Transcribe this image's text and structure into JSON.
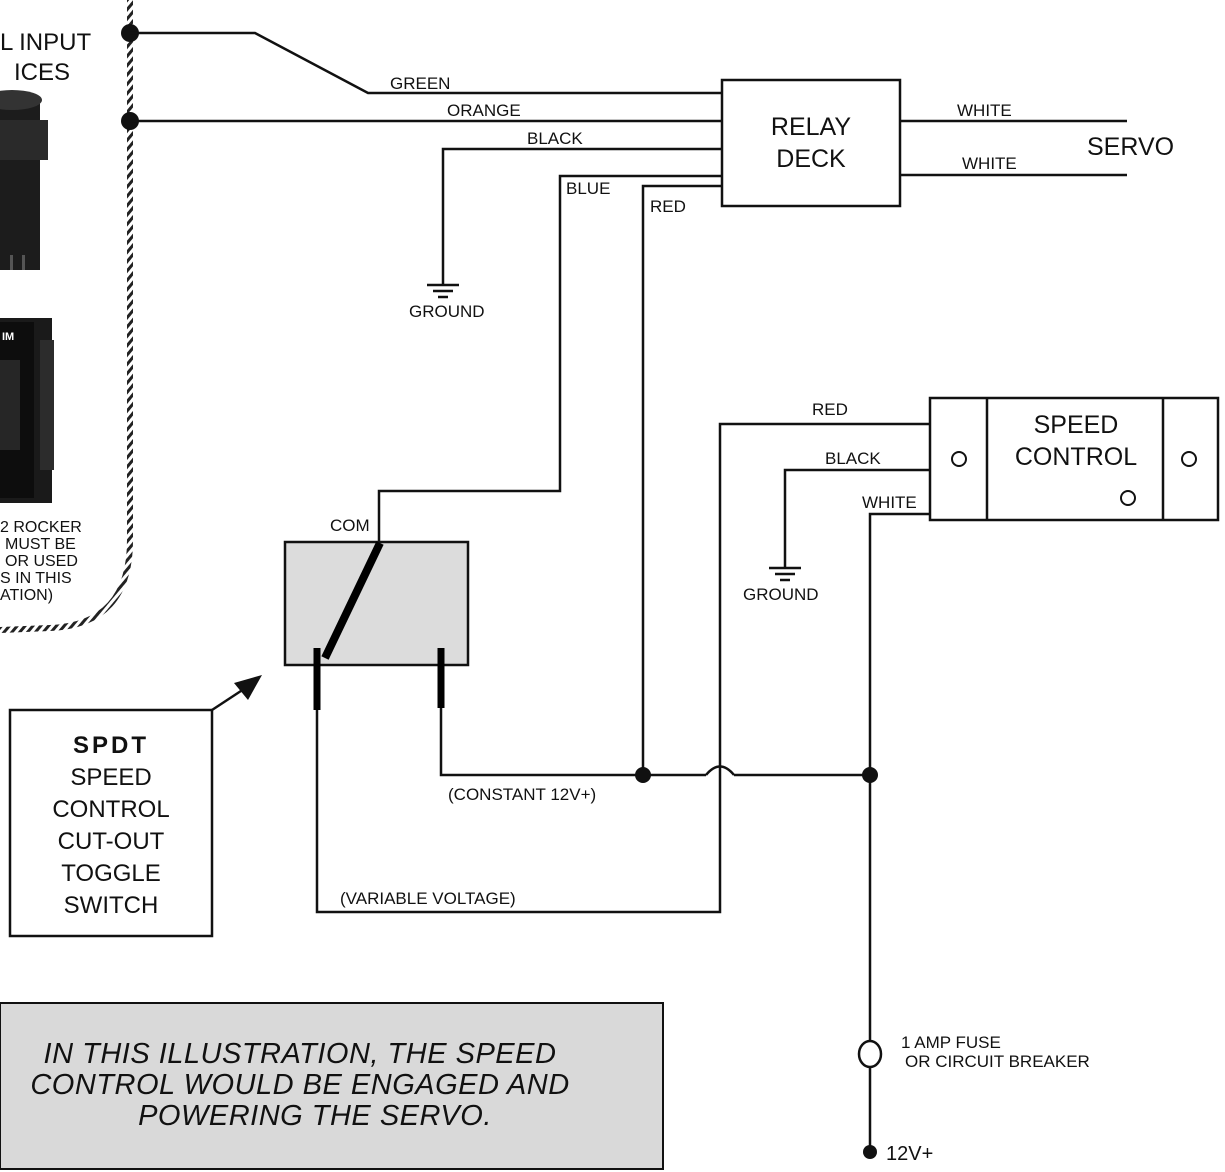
{
  "panel": {
    "title_line1": "L INPUT",
    "title_line2": "ICES",
    "rocker_label": "IM",
    "note_lines": [
      "2 ROCKER",
      "MUST BE",
      "OR USED",
      "S IN THIS",
      "ATION)"
    ]
  },
  "wires": {
    "green": "GREEN",
    "orange": "ORANGE",
    "black": "BLACK",
    "blue": "BLUE",
    "red": "RED",
    "white_top": "WHITE",
    "white_bottom": "WHITE",
    "red_speed": "RED",
    "black_speed": "BLACK",
    "white_speed": "WHITE"
  },
  "relay_deck": {
    "line1": "RELAY",
    "line2": "DECK"
  },
  "servo": "SERVO",
  "ground1": "GROUND",
  "ground2": "GROUND",
  "speed_control": {
    "line1": "SPEED",
    "line2": "CONTROL"
  },
  "switch": {
    "com": "COM"
  },
  "callout": {
    "line1": "SPDT",
    "line2": "SPEED",
    "line3": "CONTROL",
    "line4": "CUT-OUT",
    "line5": "TOGGLE",
    "line6": "SWITCH"
  },
  "constant": "(CONSTANT 12V+)",
  "variable": "(VARIABLE VOLTAGE)",
  "fuse": {
    "line1": "1 AMP FUSE",
    "line2": "OR CIRCUIT BREAKER"
  },
  "power": "12V+",
  "illustration_note": {
    "line1": "IN THIS ILLUSTRATION, THE SPEED",
    "line2": "CONTROL WOULD BE ENGAGED AND",
    "line3": "POWERING THE SERVO."
  }
}
